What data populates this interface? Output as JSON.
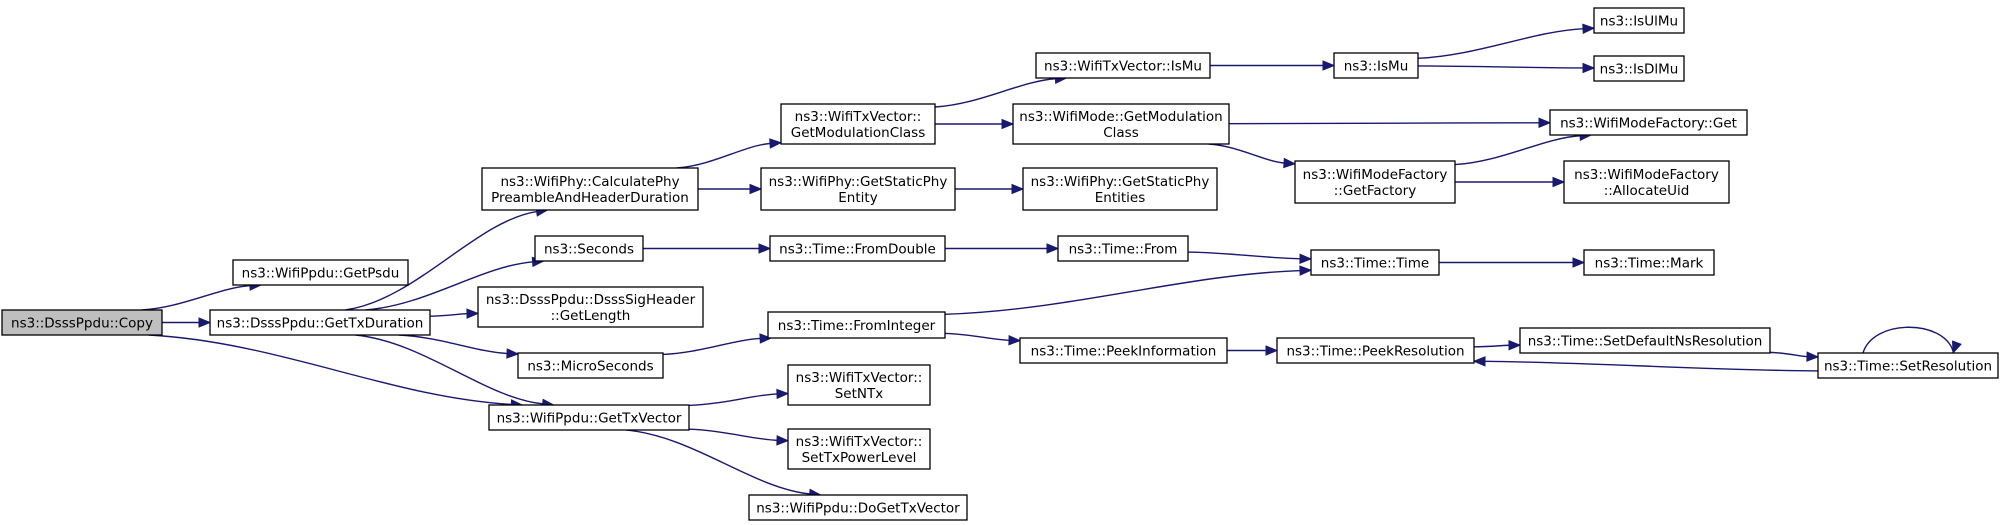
{
  "nodes": [
    {
      "id": "copy",
      "lines": [
        "ns3::DsssPpdu::Copy"
      ],
      "root": true
    },
    {
      "id": "getpsdu",
      "lines": [
        "ns3::WifiPpdu::GetPsdu"
      ]
    },
    {
      "id": "gettxduration",
      "lines": [
        "ns3::DsssPpdu::GetTxDuration"
      ]
    },
    {
      "id": "calcphy",
      "lines": [
        "ns3::WifiPhy::CalculatePhy",
        "PreambleAndHeaderDuration"
      ]
    },
    {
      "id": "seconds",
      "lines": [
        "ns3::Seconds"
      ]
    },
    {
      "id": "getlength",
      "lines": [
        "ns3::DsssPpdu::DsssSigHeader",
        "::GetLength"
      ]
    },
    {
      "id": "microseconds",
      "lines": [
        "ns3::MicroSeconds"
      ]
    },
    {
      "id": "gettxvector",
      "lines": [
        "ns3::WifiPpdu::GetTxVector"
      ]
    },
    {
      "id": "getmodclass_txv",
      "lines": [
        "ns3::WifiTxVector::",
        "GetModulationClass"
      ]
    },
    {
      "id": "getstaticphyentity",
      "lines": [
        "ns3::WifiPhy::GetStaticPhy",
        "Entity"
      ]
    },
    {
      "id": "fromdouble",
      "lines": [
        "ns3::Time::FromDouble"
      ]
    },
    {
      "id": "frominteger",
      "lines": [
        "ns3::Time::FromInteger"
      ]
    },
    {
      "id": "setntx",
      "lines": [
        "ns3::WifiTxVector::",
        "SetNTx"
      ]
    },
    {
      "id": "settxpowerlevel",
      "lines": [
        "ns3::WifiTxVector::",
        "SetTxPowerLevel"
      ]
    },
    {
      "id": "dogettxvector",
      "lines": [
        "ns3::WifiPpdu::DoGetTxVector"
      ]
    },
    {
      "id": "ismu_txv",
      "lines": [
        "ns3::WifiTxVector::IsMu"
      ]
    },
    {
      "id": "getmodclass_mode",
      "lines": [
        "ns3::WifiMode::GetModulation",
        "Class"
      ]
    },
    {
      "id": "getstaticphyentities",
      "lines": [
        "ns3::WifiPhy::GetStaticPhy",
        "Entities"
      ]
    },
    {
      "id": "from",
      "lines": [
        "ns3::Time::From"
      ]
    },
    {
      "id": "peekinformation",
      "lines": [
        "ns3::Time::PeekInformation"
      ]
    },
    {
      "id": "ismu",
      "lines": [
        "ns3::IsMu"
      ]
    },
    {
      "id": "getfactory",
      "lines": [
        "ns3::WifiModeFactory",
        "::GetFactory"
      ]
    },
    {
      "id": "time",
      "lines": [
        "ns3::Time::Time"
      ]
    },
    {
      "id": "peekresolution",
      "lines": [
        "ns3::Time::PeekResolution"
      ]
    },
    {
      "id": "isulmu",
      "lines": [
        "ns3::IsUlMu"
      ]
    },
    {
      "id": "isdlmu",
      "lines": [
        "ns3::IsDlMu"
      ]
    },
    {
      "id": "factoryget",
      "lines": [
        "ns3::WifiModeFactory::Get"
      ]
    },
    {
      "id": "allocateuid",
      "lines": [
        "ns3::WifiModeFactory",
        "::AllocateUid"
      ]
    },
    {
      "id": "mark",
      "lines": [
        "ns3::Time::Mark"
      ]
    },
    {
      "id": "setdefaultns",
      "lines": [
        "ns3::Time::SetDefaultNsResolution"
      ]
    },
    {
      "id": "setresolution",
      "lines": [
        "ns3::Time::SetResolution"
      ]
    }
  ],
  "edges": [
    [
      "copy",
      "getpsdu"
    ],
    [
      "copy",
      "gettxduration"
    ],
    [
      "copy",
      "gettxvector"
    ],
    [
      "gettxduration",
      "calcphy"
    ],
    [
      "gettxduration",
      "seconds"
    ],
    [
      "gettxduration",
      "getlength"
    ],
    [
      "gettxduration",
      "microseconds"
    ],
    [
      "gettxduration",
      "gettxvector"
    ],
    [
      "calcphy",
      "getmodclass_txv"
    ],
    [
      "calcphy",
      "getstaticphyentity"
    ],
    [
      "getmodclass_txv",
      "ismu_txv"
    ],
    [
      "getmodclass_txv",
      "getmodclass_mode"
    ],
    [
      "getstaticphyentity",
      "getstaticphyentities"
    ],
    [
      "ismu_txv",
      "ismu"
    ],
    [
      "ismu",
      "isulmu"
    ],
    [
      "ismu",
      "isdlmu"
    ],
    [
      "getmodclass_mode",
      "factoryget"
    ],
    [
      "getmodclass_mode",
      "getfactory"
    ],
    [
      "getfactory",
      "factoryget"
    ],
    [
      "getfactory",
      "allocateuid"
    ],
    [
      "seconds",
      "fromdouble"
    ],
    [
      "fromdouble",
      "from"
    ],
    [
      "from",
      "time"
    ],
    [
      "microseconds",
      "frominteger"
    ],
    [
      "frominteger",
      "time"
    ],
    [
      "frominteger",
      "peekinformation"
    ],
    [
      "peekinformation",
      "peekresolution"
    ],
    [
      "peekresolution",
      "setdefaultns"
    ],
    [
      "setdefaultns",
      "setresolution"
    ],
    [
      "setresolution",
      "peekresolution"
    ],
    [
      "setresolution",
      "setresolution"
    ],
    [
      "time",
      "mark"
    ],
    [
      "gettxvector",
      "setntx"
    ],
    [
      "gettxvector",
      "settxpowerlevel"
    ],
    [
      "gettxvector",
      "dogettxvector"
    ]
  ],
  "colors": {
    "edge": "#191970",
    "root_fill": "#bfbfbf",
    "node_fill": "#ffffff",
    "border": "#000000"
  }
}
